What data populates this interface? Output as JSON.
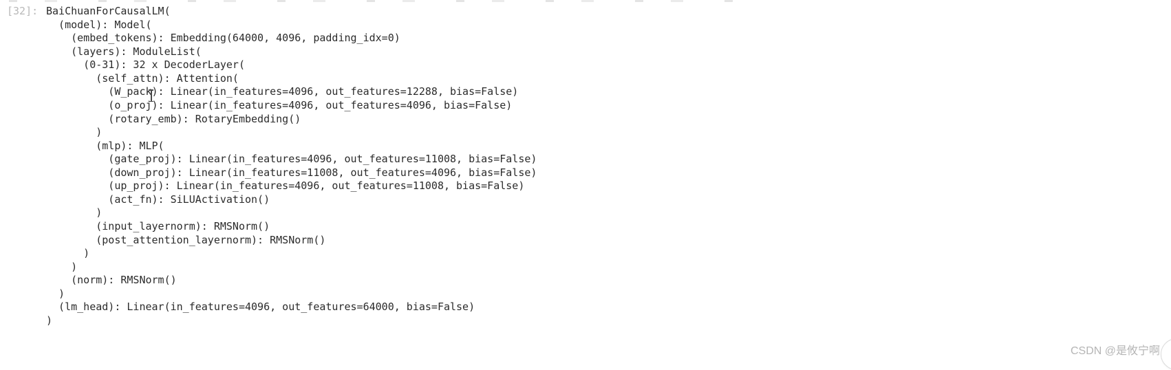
{
  "notebook": {
    "prompt": "[32]:",
    "output_lines": [
      "BaiChuanForCausalLM(",
      "  (model): Model(",
      "    (embed_tokens): Embedding(64000, 4096, padding_idx=0)",
      "    (layers): ModuleList(",
      "      (0-31): 32 x DecoderLayer(",
      "        (self_attn): Attention(",
      "          (W_pack): Linear(in_features=4096, out_features=12288, bias=False)",
      "          (o_proj): Linear(in_features=4096, out_features=4096, bias=False)",
      "          (rotary_emb): RotaryEmbedding()",
      "        )",
      "        (mlp): MLP(",
      "          (gate_proj): Linear(in_features=4096, out_features=11008, bias=False)",
      "          (down_proj): Linear(in_features=11008, out_features=4096, bias=False)",
      "          (up_proj): Linear(in_features=4096, out_features=11008, bias=False)",
      "          (act_fn): SiLUActivation()",
      "        )",
      "        (input_layernorm): RMSNorm()",
      "        (post_attention_layernorm): RMSNorm()",
      "      )",
      "    )",
      "    (norm): RMSNorm()",
      "  )",
      "  (lm_head): Linear(in_features=4096, out_features=64000, bias=False)",
      ")"
    ]
  },
  "watermark": {
    "text": "CSDN @是攸宁啊"
  },
  "colors": {
    "prompt_gray": "#b8b8b8",
    "output_text": "#2b2b2b",
    "watermark_gray": "#b5b5b5",
    "background": "#ffffff"
  }
}
